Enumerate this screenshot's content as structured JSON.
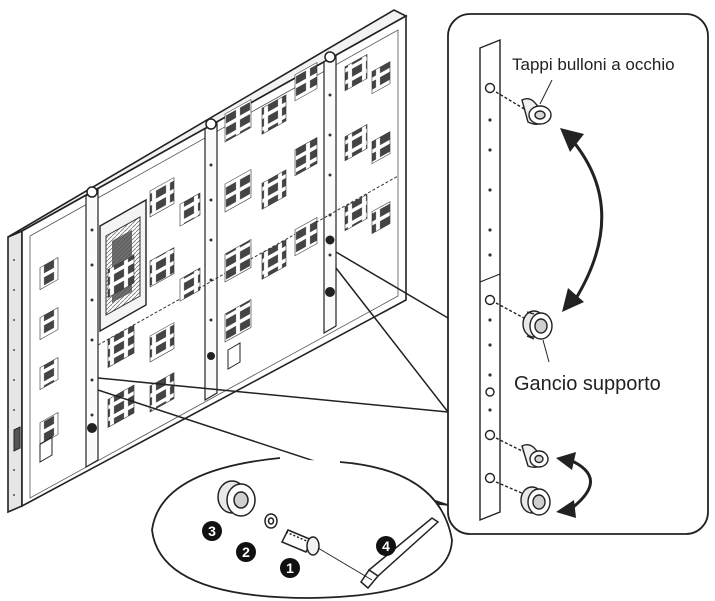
{
  "labels": {
    "eyebolt_caps": "Tappi bulloni a occhio",
    "support_hook": "Gancio supporto"
  },
  "steps": [
    "1",
    "2",
    "3",
    "4"
  ]
}
